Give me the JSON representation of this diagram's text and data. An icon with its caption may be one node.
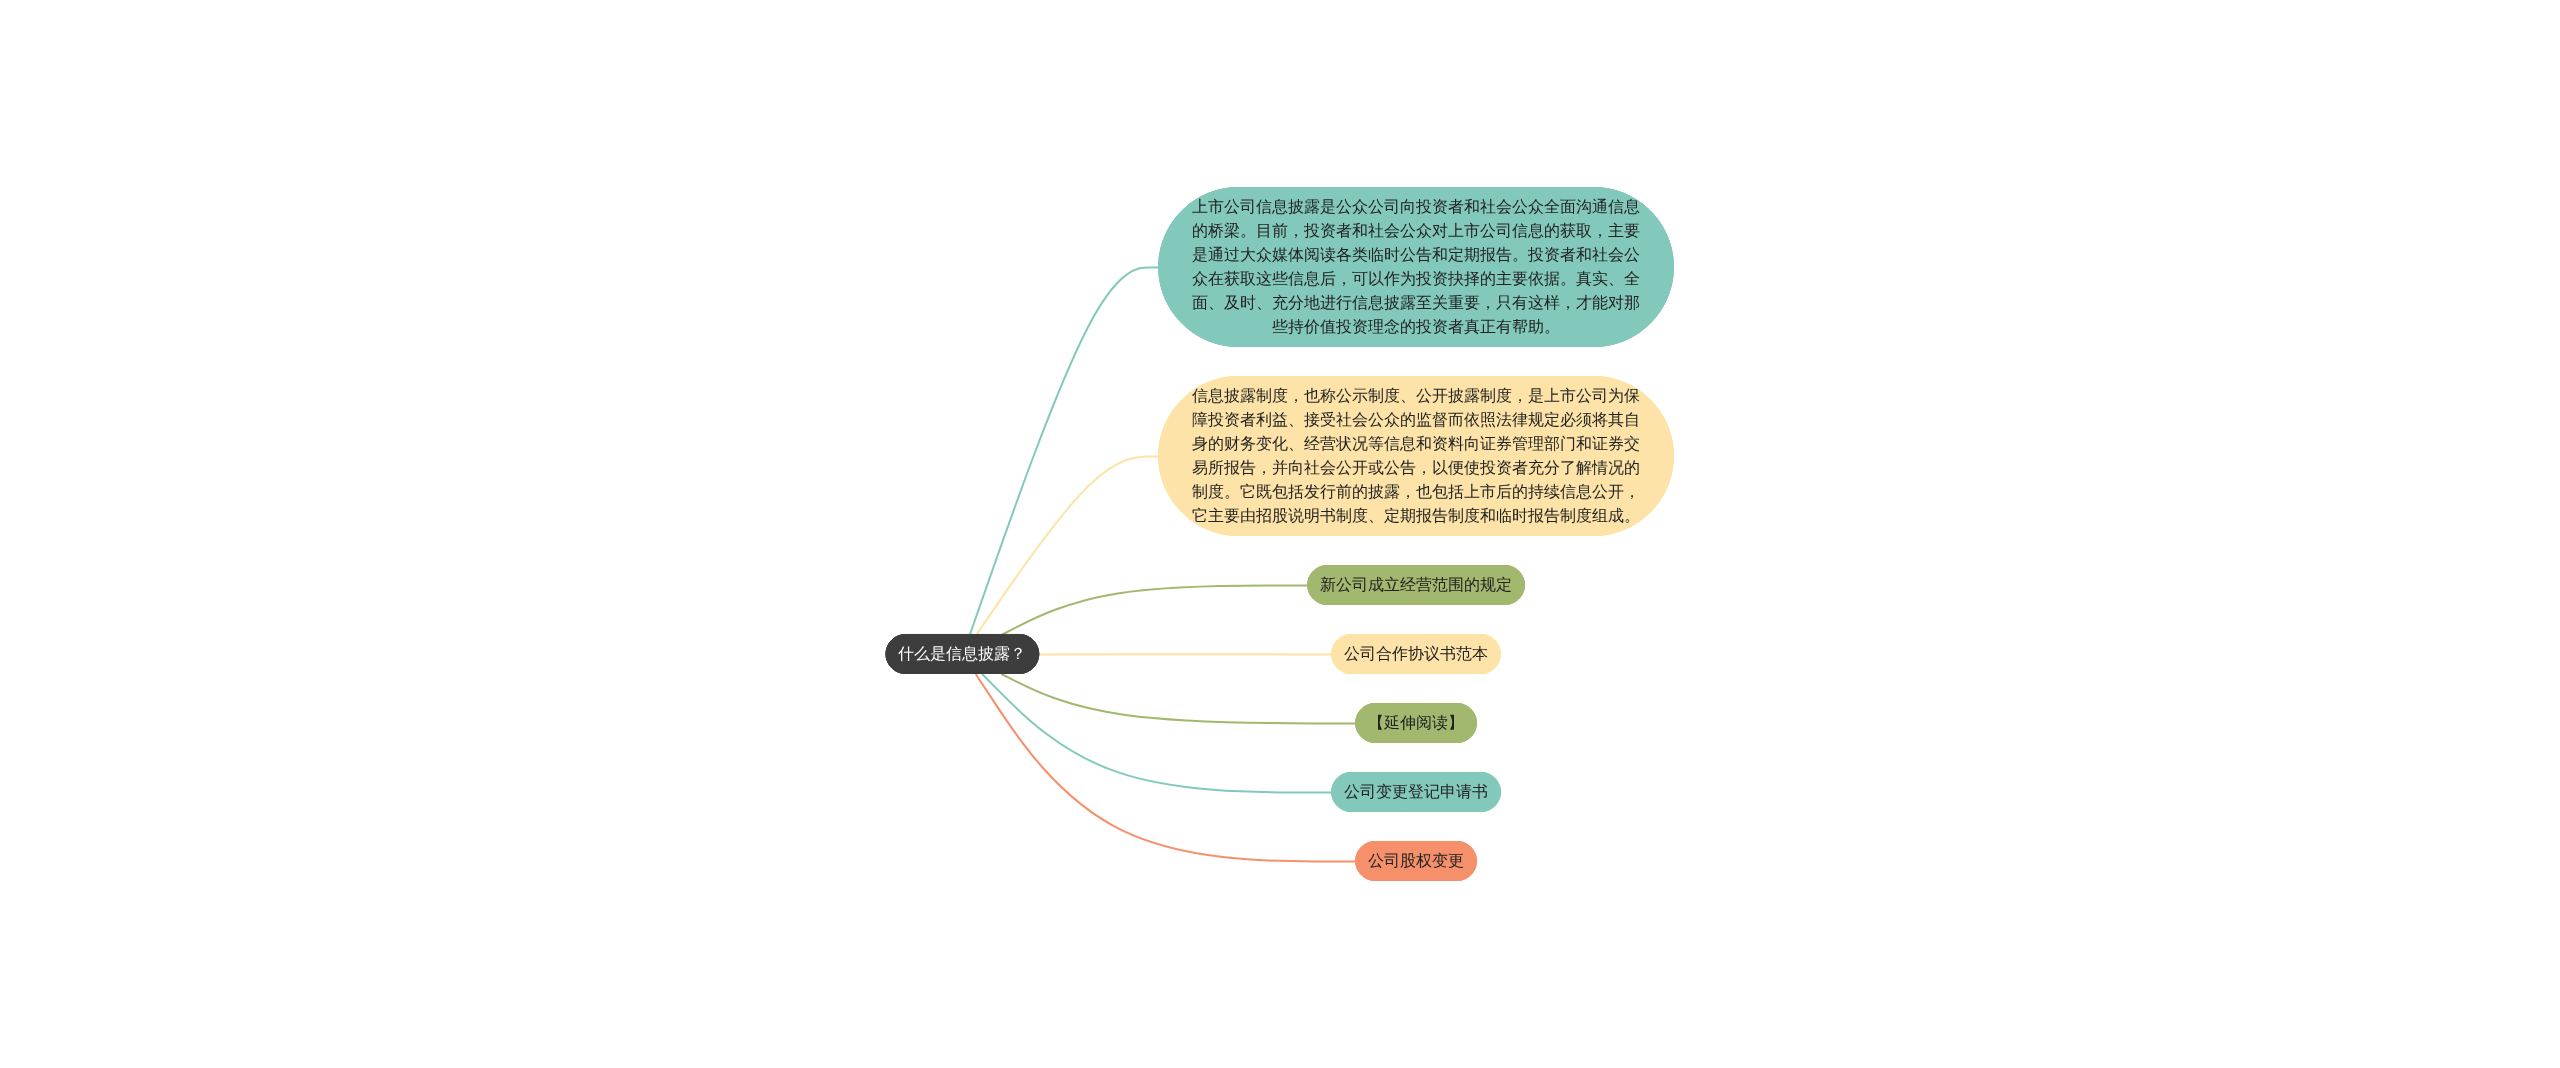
{
  "diagram": {
    "nodes": [
      {
        "text": [
          "什么是信息披露？"
        ]
      },
      {
        "text": [
          "上市公司信息披露是公众公司向投资者和社会公众全面沟通信息的桥梁。目前，投资者和社会公众对上市公司信息的获取，主要是通过大众媒体阅读各类临时公告和定期报告。投资者和社会公众在获取这些信息后，可以作为投资抉择的主要依据。真实、全面、及时、充分地进行信息披露至关重要，只有这样，才能对那些持价值投资理念的投资者真正有帮助。"
        ]
      },
      {
        "text": [
          "信息披露制度，也称公示制度、公开披露制度，是上市公司为保障投资者利益、接受社会公众的监督而依照法律规定必须将其自身的财务变化、经营状况等信息和资料向证券管理部门和证券交易所报告，并向社会公开或公告，以便使投资者充分了解情况的制度。它既包括发行前的披露，也包括上市后的持续信息公开，它主要由招股说明书制度、定期报告制度和临时报告制度组成。"
        ]
      },
      {
        "text": [
          "新公司成立经营范围的规定"
        ]
      },
      {
        "text": [
          "公司合作协议书范本"
        ]
      },
      {
        "text": [
          "【延伸阅读】"
        ]
      },
      {
        "text": [
          "公司变更登记申请书"
        ]
      },
      {
        "text": [
          "公司股权变更"
        ]
      }
    ],
    "edges": [
      {
        "from": 0,
        "to": 1,
        "arrow": "none",
        "color": "#82c9bb"
      },
      {
        "from": 0,
        "to": 2,
        "arrow": "none",
        "color": "#fde3a7"
      },
      {
        "from": 0,
        "to": 3,
        "arrow": "none",
        "color": "#a2b86e"
      },
      {
        "from": 0,
        "to": 4,
        "arrow": "none",
        "color": "#fde3a7"
      },
      {
        "from": 0,
        "to": 5,
        "arrow": "none",
        "color": "#a2b86e"
      },
      {
        "from": 0,
        "to": 6,
        "arrow": "none",
        "color": "#82c9bb"
      },
      {
        "from": 0,
        "to": 7,
        "arrow": "none",
        "color": "#f6906b"
      }
    ]
  }
}
